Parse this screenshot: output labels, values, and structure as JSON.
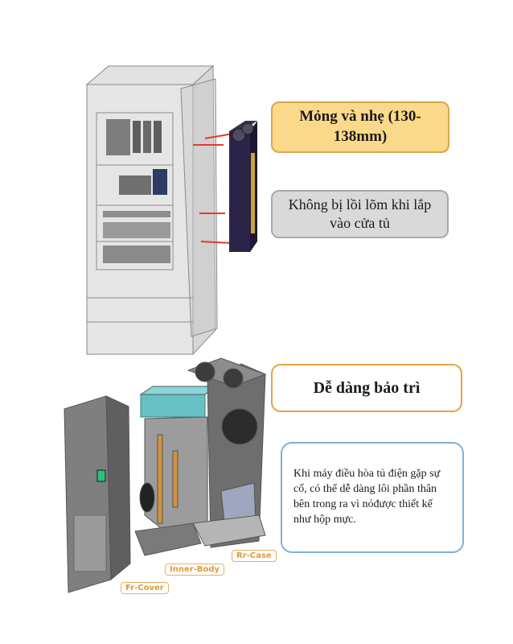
{
  "callouts": {
    "thin_light": "Mỏng và nhẹ (130-138mm)",
    "no_dent": "Không bị lồi lõm khi lắp vào cửa tủ",
    "easy_maintenance": "Dễ dàng bảo trì",
    "description": "Khi máy điều hòa tủ điện gặp sự cố, có thể dễ dàng lôi phần thân bên trong ra vì nóđược thiết kế như hộp mực."
  },
  "part_labels": {
    "rear_case": "Rr-Case",
    "inner_body": "Inner-Body",
    "front_cover": "Fr-Cover"
  },
  "colors": {
    "highlight_orange": "#fbd98a",
    "neutral_gray": "#d9d9d9",
    "accent_orange": "#e6a43d",
    "accent_blue": "#7fb0d7",
    "unit_body": "#2b2348",
    "mounting_marker": "#e23b2e"
  }
}
